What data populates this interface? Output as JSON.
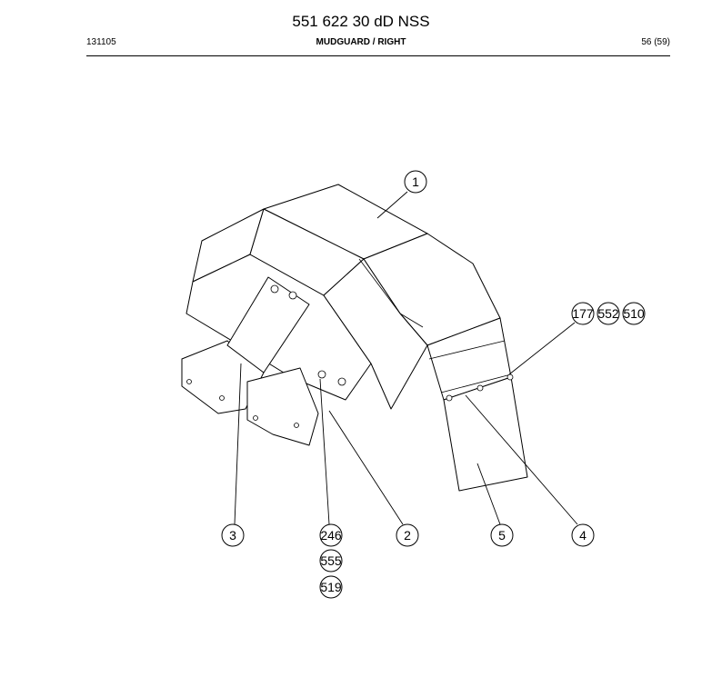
{
  "header": {
    "title": "551 622 30 dD NSS",
    "date": "131105",
    "section": "MUDGUARD / RIGHT",
    "page": "56 (59)"
  },
  "callouts": {
    "c1": "1",
    "c177": "177",
    "c552": "552",
    "c510": "510",
    "c3": "3",
    "c246": "246",
    "c555": "555",
    "c519": "519",
    "c2": "2",
    "c5": "5",
    "c4": "4"
  },
  "colors": {
    "line": "#000000",
    "paper": "#ffffff"
  }
}
